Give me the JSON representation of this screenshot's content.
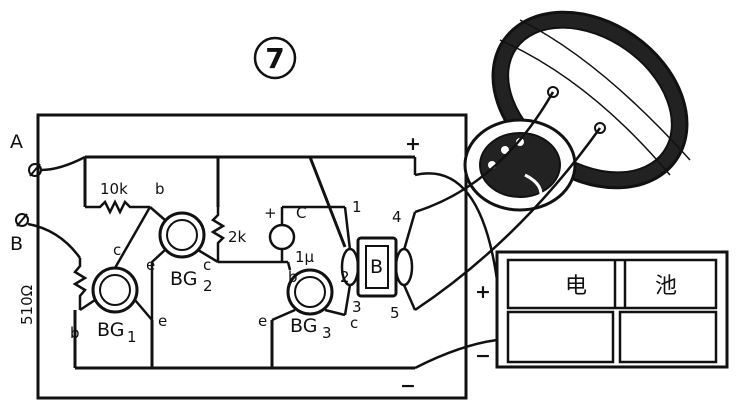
{
  "figure": {
    "number": "⑦",
    "terminals": {
      "a": "A",
      "b": "B"
    },
    "resistors": {
      "r10k": "10k",
      "r2k": "2k",
      "r510": "510Ω"
    },
    "capacitor": {
      "name": "C",
      "value": "1μ"
    },
    "transistors": {
      "bg1": "BG",
      "bg1_sub": "1",
      "bg2": "BG",
      "bg2_sub": "2",
      "bg3": "BG",
      "bg3_sub": "3"
    },
    "pin_letters": {
      "b": "b",
      "c": "c",
      "e": "e"
    },
    "transformer": {
      "name": "B",
      "pins": [
        "1",
        "2",
        "3",
        "4",
        "5"
      ]
    },
    "polarity": {
      "plus": "+",
      "minus": "−"
    },
    "battery": {
      "label_1": "电",
      "label_2": "池"
    }
  }
}
